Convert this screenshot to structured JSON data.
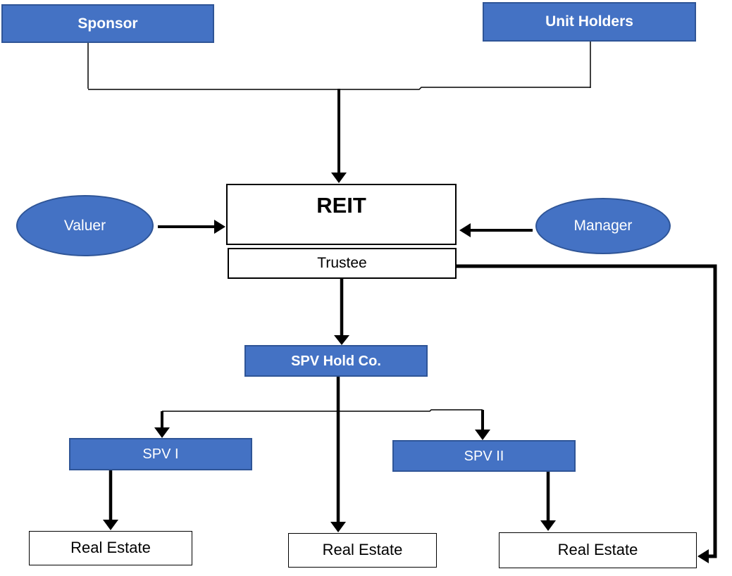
{
  "diagram": {
    "title": "REIT structure diagram",
    "colors": {
      "node_fill": "#4472C4",
      "node_border": "#2F5597",
      "line": "#000000",
      "text_light": "#FFFFFF",
      "text_dark": "#000000",
      "background": "#FFFFFF"
    },
    "nodes": {
      "sponsor": {
        "label": "Sponsor",
        "shape": "rect",
        "fill": "blue"
      },
      "unit_holders": {
        "label": "Unit Holders",
        "shape": "rect",
        "fill": "blue"
      },
      "reit": {
        "label": "REIT",
        "shape": "rect",
        "fill": "white"
      },
      "trustee": {
        "label": "Trustee",
        "shape": "rect",
        "fill": "white"
      },
      "valuer": {
        "label": "Valuer",
        "shape": "ellipse",
        "fill": "blue"
      },
      "manager": {
        "label": "Manager",
        "shape": "ellipse",
        "fill": "blue"
      },
      "spv_hold_co": {
        "label": "SPV Hold Co.",
        "shape": "rect",
        "fill": "blue"
      },
      "spv_1": {
        "label": "SPV I",
        "shape": "rect",
        "fill": "blue"
      },
      "spv_2": {
        "label": "SPV II",
        "shape": "rect",
        "fill": "blue"
      },
      "real_estate_left": {
        "label": "Real Estate",
        "shape": "rect",
        "fill": "white"
      },
      "real_estate_middle": {
        "label": "Real Estate",
        "shape": "rect",
        "fill": "white"
      },
      "real_estate_right": {
        "label": "Real Estate",
        "shape": "rect",
        "fill": "white"
      }
    },
    "edges": [
      {
        "from": "Sponsor",
        "to": "REIT",
        "arrow": true
      },
      {
        "from": "Unit Holders",
        "to": "REIT",
        "arrow": true
      },
      {
        "from": "Valuer",
        "to": "REIT",
        "arrow": true
      },
      {
        "from": "Manager",
        "to": "REIT",
        "arrow": true
      },
      {
        "from": "Trustee",
        "to": "SPV Hold Co.",
        "arrow": true
      },
      {
        "from": "Trustee",
        "to": "Real Estate (right)",
        "arrow": true,
        "route": "right-side vertical"
      },
      {
        "from": "SPV Hold Co.",
        "to": "SPV I",
        "arrow": true
      },
      {
        "from": "SPV Hold Co.",
        "to": "SPV II",
        "arrow": true
      },
      {
        "from": "SPV Hold Co.",
        "to": "Real Estate (middle)",
        "arrow": true
      },
      {
        "from": "SPV I",
        "to": "Real Estate (left)",
        "arrow": true
      },
      {
        "from": "SPV II",
        "to": "Real Estate (right)",
        "arrow": true
      }
    ]
  }
}
